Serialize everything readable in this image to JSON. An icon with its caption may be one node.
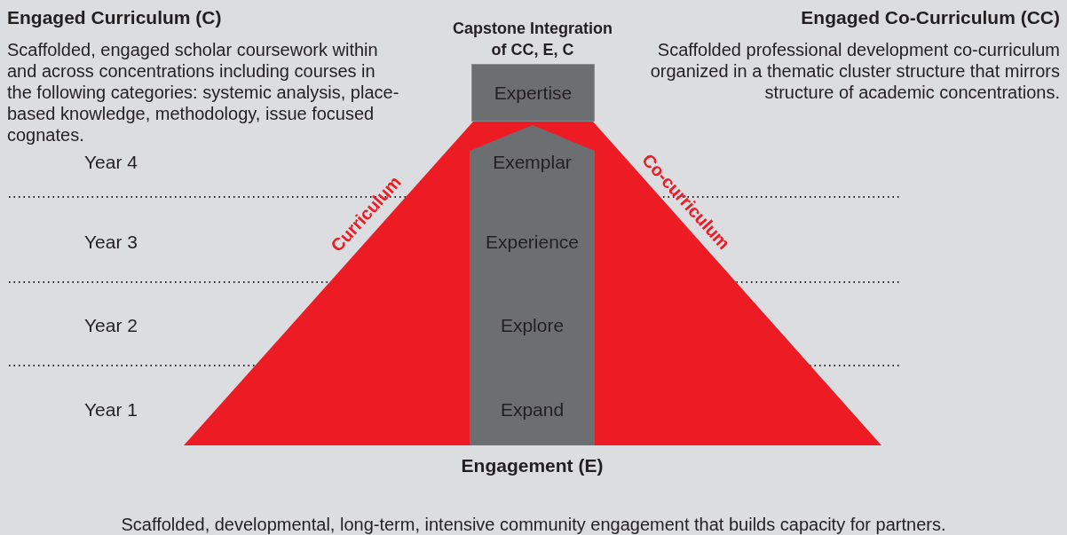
{
  "diagram": {
    "nodes": [
      {
        "text": [
          "Capstone Integration of CC, E, C",
          "Expertise"
        ]
      },
      {
        "text": [
          "Curriculum",
          "Co-curriculum"
        ]
      },
      {
        "text": [
          "Exemplar",
          "Experience",
          "Explore",
          "Expand"
        ],
        "in": 1,
        "beside": [
          "Engagement (E)"
        ]
      }
    ],
    "labels": [
      "Engaged Curriculum (C)",
      "Scaffolded, engaged scholar coursework within and across concentrations including courses in the following categories: systemic analysis, place-based knowledge, methodology, issue focused cognates.",
      "Engaged Co-Curriculum (CC)",
      "Scaffolded professional development co-curriculum organized in a thematic cluster structure that mirrors structure of academic concentrations.",
      "Year 4",
      "Year 3",
      "Year 2",
      "Year 1",
      "Scaffolded, developmental, long-term, intensive community engagement that builds capacity for partners."
    ]
  }
}
